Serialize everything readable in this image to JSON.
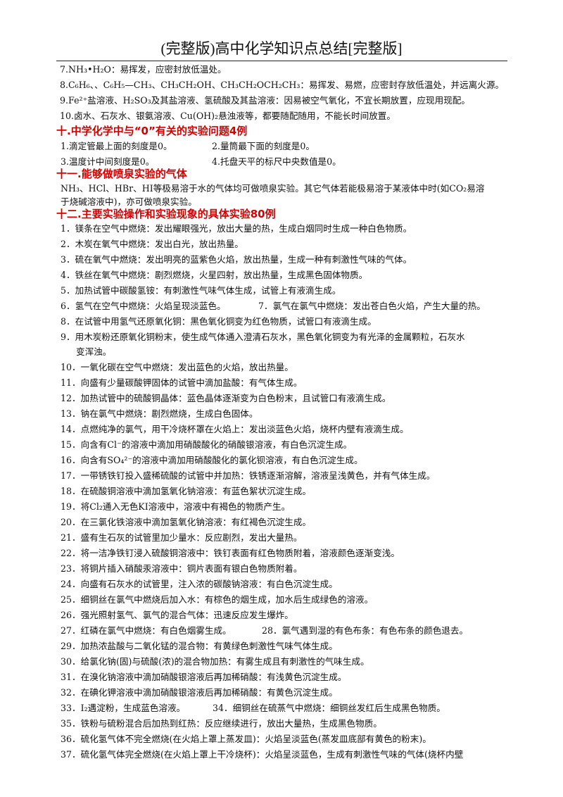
{
  "header": {
    "title": "(完整版)高中化学知识点总结[完整版]"
  },
  "intro_items": [
    "7.NH₃•H₂O：易挥发，应密封放低温处。",
    "8.C₆H₆、、C₆H₅—CH₃、CH₃CH₂OH、CH₃CH₂OCH₂CH₃：易挥发、易燃，应密封存放低温处，并远离火源。",
    "9.Fe²⁺盐溶液、H₂SO₃及其盐溶液、氢硫酸及其盐溶液：因易被空气氧化，不宜长期放置，应现用现配。",
    "10.卤水、石灰水、银氨溶液、Cu(OH)₂悬浊液等，都要随配随用，不能长时间放置。"
  ],
  "section10": {
    "heading": "十.中学化学中与“0”有关的实验问题4例",
    "items": [
      "1.滴定管最上面的刻度是0。",
      "2.量筒最下面的刻度是0。",
      "3.温度计中间刻度是0。",
      "4.托盘天平的标尺中央数值是0。"
    ]
  },
  "section11": {
    "heading": "十一.能够做喷泉实验的气体",
    "lines": [
      "NH₃、HCl、HBr、HI等极易溶于水的气体均可做喷泉实验。其它气体若能极易溶于某液体中时(如CO₂易溶",
      "于烧碱溶液中)，亦可做喷泉实验。"
    ]
  },
  "section12": {
    "heading": "十二.主要实验操作和实验现象的具体实验80例",
    "lines": [
      "1．镁条在空气中燃烧：发出耀眼强光，放出大量的热，生成白烟同时生成一种白色物质。",
      "2．木炭在氧气中燃烧：发出白光，放出热量。",
      "3．硫在氧气中燃烧：发出明亮的蓝紫色火焰，放出热量，生成一种有刺激性气味的气体。",
      "4．铁丝在氧气中燃烧：剧烈燃烧，火星四射，放出热量，生成黑色固体物质。",
      "5．加热试管中碳酸氢铵：有刺激性气味气体生成，试管上有液滴生成。",
      "6．氢气在空气中燃烧：火焰呈现淡蓝色。",
      "8．在试管中用氢气还原氧化铜：黑色氧化铜变为红色物质，试管口有液滴生成。",
      "9．用木炭粉还原氧化铜粉末，使生成气体通入澄清石灰水，黑色氧化铜变为有光泽的金属颗粒，石灰水",
      "变浑浊。",
      "10．一氧化碳在空气中燃烧：发出蓝色的火焰，放出热量。",
      "11．向盛有少量碳酸钾固体的试管中滴加盐酸：有气体生成。",
      "12．加热试管中的硫酸铜晶体：蓝色晶体逐渐变为白色粉末，且试管口有液滴生成。",
      "13．钠在氯气中燃烧：剧烈燃烧，生成白色固体。",
      "14．点燃纯净的氯气，用干冷烧杯罩在火焰上：发出淡蓝色火焰，烧杯内壁有液滴生成。",
      "15．向含有Cl⁻的溶液中滴加用硝酸酸化的硝酸银溶液，有白色沉淀生成。",
      "16．向含有SO₄²⁻的溶液中滴加用硝酸酸化的氯化钡溶液，有白色沉淀生成。",
      "17．一带锈铁钉投入盛稀硫酸的试管中并加热：铁锈逐渐溶解，溶液呈浅黄色，并有气体生成。",
      "18．在硫酸铜溶液中滴加氢氧化钠溶液：有蓝色絮状沉淀生成。",
      "19．将Cl₂通入无色KI溶液中，溶液中有褐色的物质产生。",
      "20．在三氯化铁溶液中滴加氢氧化钠溶液：有红褐色沉淀生成。",
      "21．盛有生石灰的试管里加少量水：反应剧烈，发出大量热。",
      "22．将一洁净铁钉浸入硫酸铜溶液中：铁钉表面有红色物质附着，溶液颜色逐渐变浅。",
      "23．将铜片插入硝酸汞溶液中：铜片表面有银白色物质附着。",
      "24．向盛有石灰水的试管里，注入浓的碳酸钠溶液：有白色沉淀生成。",
      "25．细铜丝在氯气中燃烧后加入水：有棕色的烟生成，加水后生成绿色的溶液。",
      "26．强光照射氢气、氯气的混合气体：迅速反应发生爆炸。",
      "27．红磷在氯气中燃烧：有白色烟雾生成。",
      "29．加热浓盐酸与二氧化锰的混合物：有黄绿色刺激性气味气体生成。",
      "30．给氯化钠(固)与硫酸(浓)的混合物加热：有雾生成且有刺激性的气味生成。",
      "31．在溴化钠溶液中滴加硝酸银溶液后再加稀硝酸：有浅黄色沉淀生成。",
      "32．在碘化钾溶液中滴加硝酸银溶液后再加稀硝酸：有黄色沉淀生成。",
      "33．I₂遇淀粉，生成蓝色溶液。",
      "35．铁粉与硫粉混合后加热到红热：反应继续进行，放出大量热，生成黑色物质。",
      "36．硫化氢气体不完全燃烧(在火焰上罩上蒸发皿)：火焰呈淡蓝色(蒸发皿底部有黄色的粉末)。",
      "37．硫化氢气体完全燃烧(在火焰上罩上干冷烧杯)：火焰呈淡蓝色，生成有刺激性气味的气体(烧杯内壁"
    ],
    "second_column": [
      "7．氯气在氯气中燃烧：发出苍白色火焰，产生大量的热。",
      "28．氯气遇到湿的有色布条：有色布条的颜色退去。",
      "34．细铜丝在硫蒸气中燃烧：细铜丝发红后生成黑色物质。"
    ]
  }
}
